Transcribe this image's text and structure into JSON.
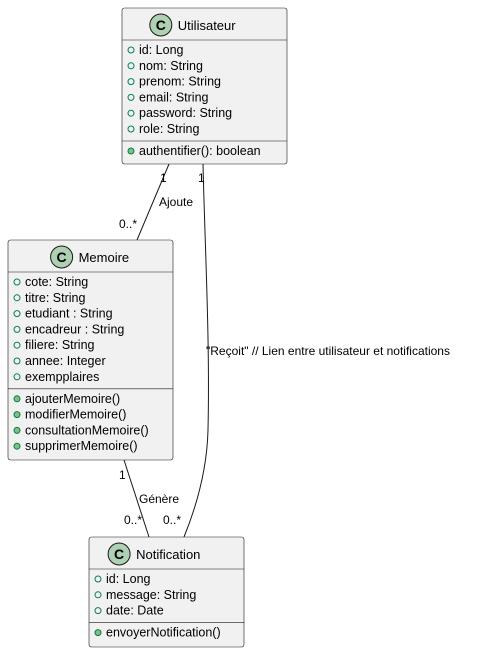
{
  "classes": {
    "utilisateur": {
      "stereotype": "C",
      "name": "Utilisateur",
      "attributes": [
        "id: Long",
        "nom: String",
        "prenom: String",
        "email: String",
        "password: String",
        "role: String"
      ],
      "methods": [
        "authentifier(): boolean"
      ]
    },
    "memoire": {
      "stereotype": "C",
      "name": "Memoire",
      "attributes": [
        "cote: String",
        "titre: String",
        "etudiant : String",
        "encadreur : String",
        "filiere: String",
        "annee: Integer",
        "exempplaires"
      ],
      "methods": [
        "ajouterMemoire()",
        "modifierMemoire()",
        "consultationMemoire()",
        "supprimerMemoire()"
      ]
    },
    "notification": {
      "stereotype": "C",
      "name": "Notification",
      "attributes": [
        "id: Long",
        "message: String",
        "date: Date"
      ],
      "methods": [
        "envoyerNotification()"
      ]
    }
  },
  "relations": {
    "ajoute": {
      "label": "Ajoute",
      "source_mult": "1",
      "target_mult": "0..*"
    },
    "recoit": {
      "label": "\"Reçoit\" // Lien entre utilisateur et notifications",
      "source_mult": "1",
      "target_mult": "0..*"
    },
    "genere": {
      "label": "Génère",
      "source_mult": "1",
      "target_mult": "0..*"
    }
  },
  "colors": {
    "class_fill": "#F1F1F1",
    "class_border": "#181818",
    "circle_fill": "#ADD1B2",
    "public_dot": "#84BE84",
    "public_dot_border": "#038048",
    "line": "#181818"
  }
}
